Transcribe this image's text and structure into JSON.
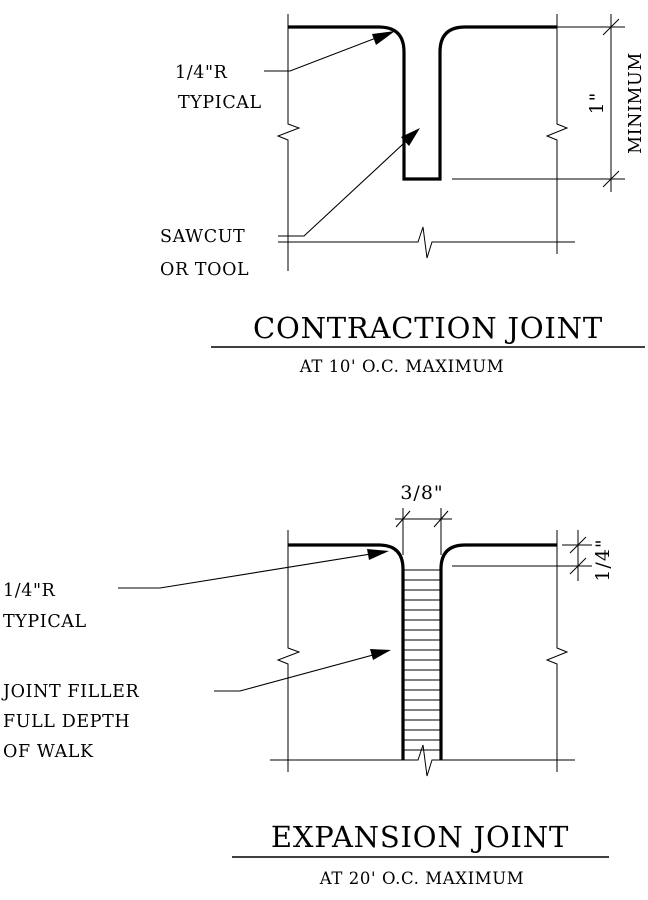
{
  "contraction": {
    "radius_note": [
      "1/4\"R",
      "TYPICAL"
    ],
    "depth_dim": "1\"",
    "depth_note": "MINIMUM",
    "cut_note": [
      "SAWCUT",
      "OR TOOL"
    ],
    "title": "CONTRACTION JOINT",
    "subtitle": "AT 10' O.C. MAXIMUM"
  },
  "expansion": {
    "width_dim": "3/8\"",
    "depth_dim": "1/4\"",
    "radius_note": [
      "1/4\"R",
      "TYPICAL"
    ],
    "filler_note": [
      "JOINT FILLER",
      "FULL DEPTH",
      "OF WALK"
    ],
    "title": "EXPANSION JOINT",
    "subtitle": "AT 20' O.C. MAXIMUM"
  }
}
